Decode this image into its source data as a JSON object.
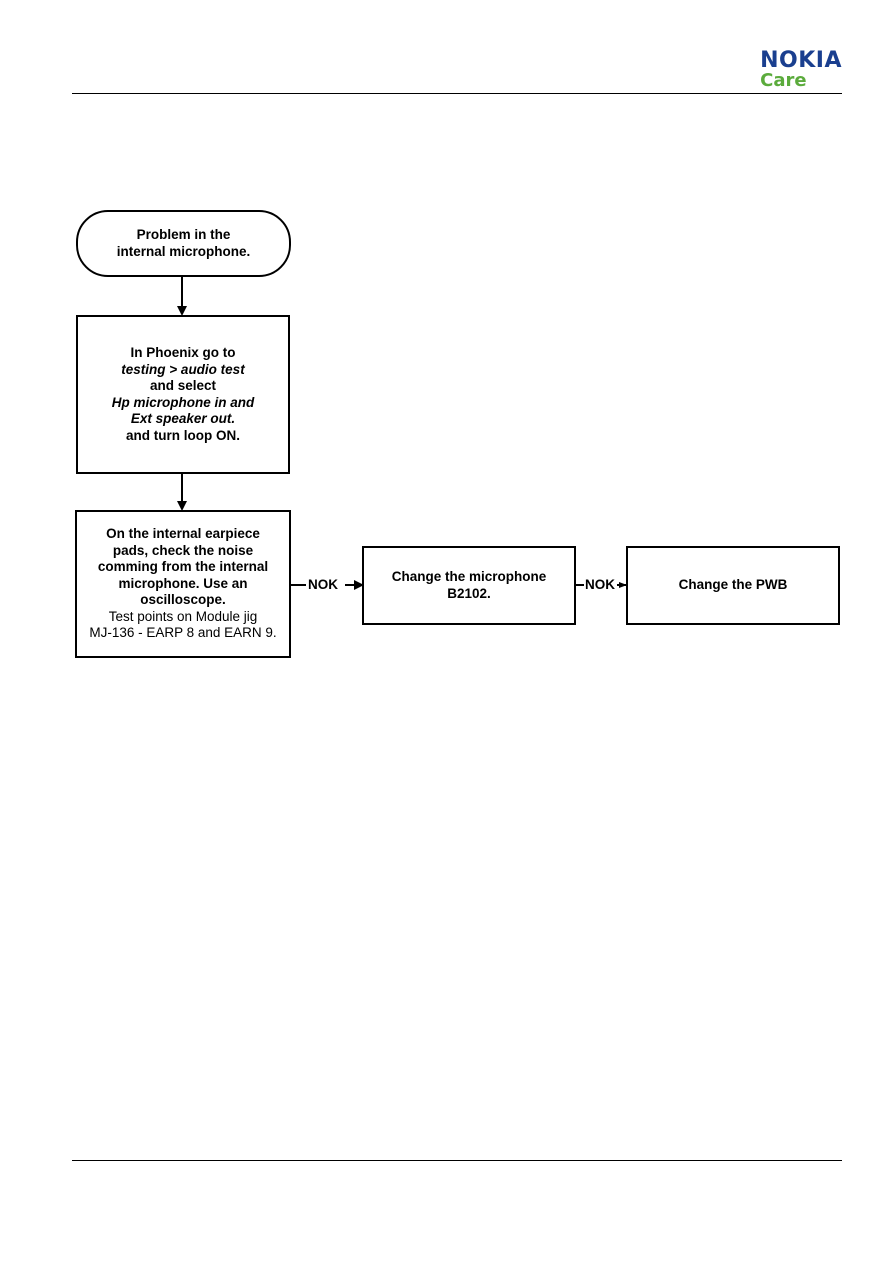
{
  "header": {
    "brand": "NOKIA",
    "sub_brand": "Care",
    "brand_color": "#1a3f8f",
    "sub_brand_color": "#5bab3c"
  },
  "flowchart": {
    "start": {
      "line1": "Problem in the",
      "line2": "internal microphone."
    },
    "step_phoenix": {
      "line1": "In Phoenix go to",
      "line2": "testing > audio test",
      "line3": "and select",
      "line4": "Hp microphone in and",
      "line5": "Ext speaker out.",
      "line6": "and turn loop ON."
    },
    "step_check": {
      "line1": "On the internal earpiece",
      "line2": "pads, check the noise",
      "line3": "comming from the internal",
      "line4": "microphone. Use an",
      "line5": "oscilloscope.",
      "line6": "Test points on Module jig",
      "line7": "MJ-136 - EARP 8 and EARN 9."
    },
    "step_change_mic": {
      "line1": "Change the microphone",
      "line2": "B2102."
    },
    "step_change_pwb": {
      "line1": "Change the PWB"
    },
    "edge_labels": {
      "check_to_mic": "NOK",
      "mic_to_pwb": "NOK"
    }
  }
}
